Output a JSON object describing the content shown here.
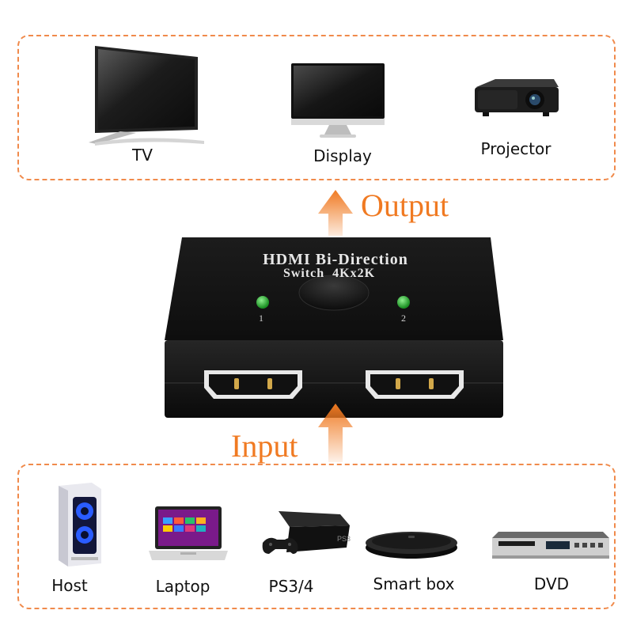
{
  "output_devices": [
    {
      "id": "tv",
      "label": "TV",
      "icon": "tv-icon"
    },
    {
      "id": "display",
      "label": "Display",
      "icon": "monitor-icon"
    },
    {
      "id": "projector",
      "label": "Projector",
      "icon": "projector-icon"
    }
  ],
  "input_devices": [
    {
      "id": "host",
      "label": "Host",
      "icon": "pc-tower-icon"
    },
    {
      "id": "laptop",
      "label": "Laptop",
      "icon": "laptop-icon"
    },
    {
      "id": "ps",
      "label": "PS3/4",
      "icon": "game-console-icon"
    },
    {
      "id": "smartbox",
      "label": "Smart box",
      "icon": "media-box-icon"
    },
    {
      "id": "dvd",
      "label": "DVD",
      "icon": "dvd-player-icon"
    }
  ],
  "flow": {
    "output_label": "Output",
    "input_label": "Input"
  },
  "switch": {
    "title_line1": "HDMI Bi-Direction",
    "title_line2": "Switch  4Kx2K",
    "port1": "1",
    "port2": "2"
  },
  "colors": {
    "accent": "#f07a22",
    "panel_border": "#f08a4b",
    "device_body": "#151515",
    "led": "#2fbf3a"
  }
}
